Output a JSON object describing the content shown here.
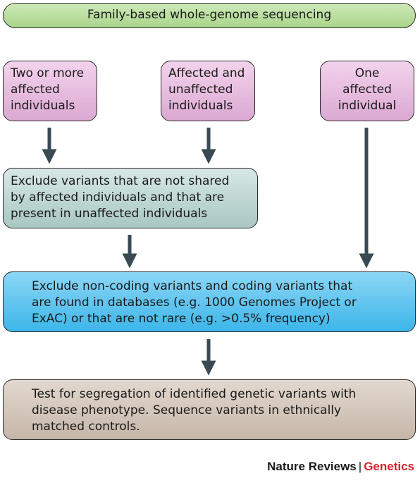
{
  "title": "Family-based whole-genome sequencing",
  "groups": {
    "two_or_more": [
      "Two or more",
      "affected",
      "individuals"
    ],
    "affected_unaffected": [
      "Affected and",
      "unaffected",
      "individuals"
    ],
    "one_affected": [
      "One",
      "affected",
      "individual"
    ]
  },
  "steps": {
    "exclude_shared": [
      "Exclude variants that are not shared",
      "by affected individuals and that are",
      "present in unaffected individuals"
    ],
    "exclude_noncoding": [
      "Exclude non-coding variants and coding variants that",
      "are found in databases (e.g. 1000 Genomes Project or",
      "ExAC) or that are not rare (e.g. >0.5% frequency)"
    ],
    "test_segregation": [
      "Test for segregation of identified genetic variants with",
      "disease phenotype. Sequence variants in ethnically",
      "matched controls."
    ]
  },
  "credit": {
    "journal": "Nature Reviews",
    "separator": "|",
    "section": "Genetics"
  },
  "colors": {
    "title_box": "#b7dc9c",
    "group_box": "#e6bde0",
    "exclude_shared_box": "#bcd6d3",
    "exclude_noncoding_box": "#5cc4ef",
    "test_box": "#d4c6ba",
    "arrow": "#3a4a52",
    "credit_accent": "#d2232a"
  }
}
